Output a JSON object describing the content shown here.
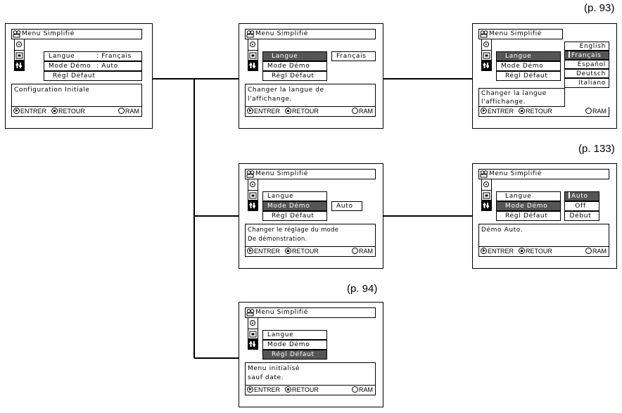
{
  "page_refs": {
    "langue": "(p. 93)",
    "demo": "(p. 133)",
    "defaut": "(p. 94)"
  },
  "title": "Menu Simplifié",
  "footer": {
    "enter": "ENTRER",
    "retour": "RETOUR",
    "ram": "RAM"
  },
  "icons": {
    "top": "disc-icon",
    "middle": "camera-settings-icon",
    "bottom": "setup-icon"
  },
  "colors": {
    "selected": "#555555",
    "border": "#000000",
    "background": "#ffffff"
  },
  "screens": {
    "main": {
      "items": {
        "langue": "Langue",
        "langue_value": ": Français",
        "demo": "Mode Démo",
        "demo_value": ": Auto",
        "defaut": "Régl Défaut"
      },
      "message": "Configuration Initiale"
    },
    "langue_select": {
      "items": {
        "langue": "Langue",
        "demo": "Mode Démo",
        "defaut": "Régl Défaut"
      },
      "value": "Français",
      "message": "Changer la langue de\nl'affichange."
    },
    "langue_options": {
      "items": {
        "langue": "Langue",
        "demo": "Mode Démo",
        "defaut": "Régl Défaut"
      },
      "options": [
        "English",
        "Français",
        "Español",
        "Deutsch",
        "Italiano"
      ],
      "message": "Changer la langue\nl'affichange."
    },
    "demo_select": {
      "items": {
        "langue": "Langue",
        "demo": "Mode Démo",
        "defaut": "Régl Défaut"
      },
      "value": "Auto",
      "message": "Changer le réglage du mode\nDe démonstration."
    },
    "demo_options": {
      "items": {
        "langue": "Langue",
        "demo": "Mode Démo",
        "defaut": "Régl Défaut"
      },
      "options": [
        "Auto",
        "Off",
        "Début"
      ],
      "message": "Démo Auto."
    },
    "defaut_select": {
      "items": {
        "langue": "Langue",
        "demo": "Mode Démo",
        "defaut": "Régl Défaut"
      },
      "message": "Menu initialisé\nsauf date."
    }
  }
}
